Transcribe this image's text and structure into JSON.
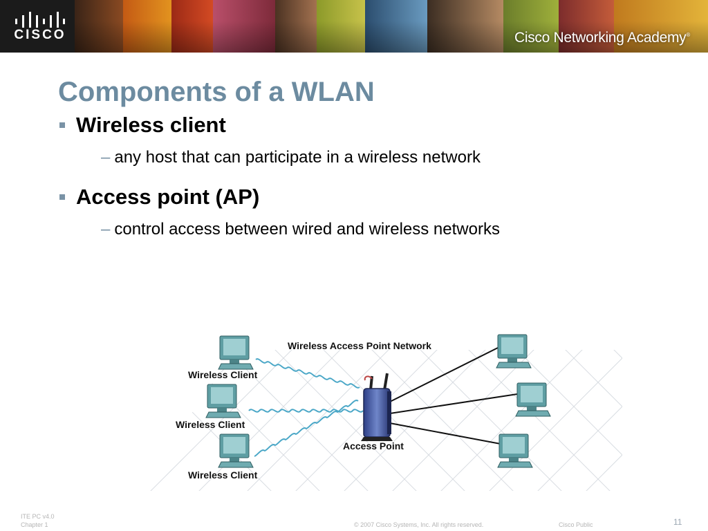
{
  "header": {
    "logo_text": "CISCO",
    "academy_text": "Cisco Networking Academy",
    "academy_mark": "®"
  },
  "slide": {
    "title": "Components of a WLAN",
    "bullets": [
      {
        "label": "Wireless client",
        "sub": "any host that can participate in a wireless network"
      },
      {
        "label": "Access point (AP)",
        "sub": "control access between wired and wireless networks"
      }
    ],
    "dash": "–"
  },
  "diagram": {
    "title": "Wireless Access Point Network",
    "client_labels": [
      "Wireless Client",
      "Wireless Client",
      "Wireless Client"
    ],
    "ap_label": "Access Point"
  },
  "footer": {
    "course": "ITE PC v4.0",
    "chapter": "Chapter 1",
    "copyright": "© 2007 Cisco Systems, Inc. All rights reserved.",
    "classification": "Cisco Public",
    "page": "11"
  },
  "colors": {
    "title": "#6c8ba0",
    "bullet": "#7a93a6",
    "wave": "#4aa7c7",
    "monitor": "#5f9ea3"
  }
}
